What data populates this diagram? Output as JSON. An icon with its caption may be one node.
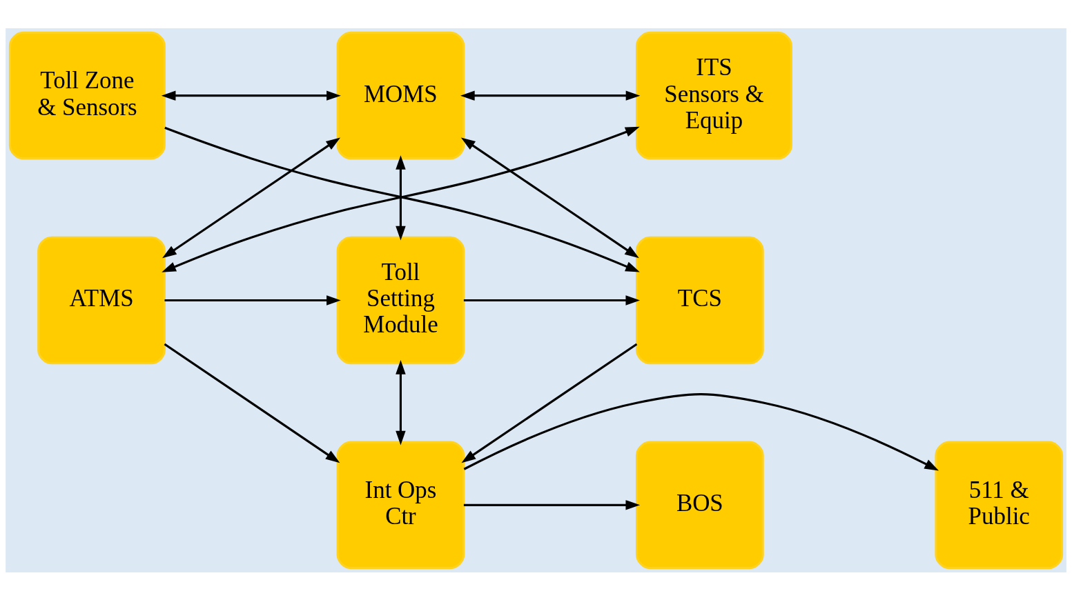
{
  "diagram": {
    "nodes": [
      {
        "text": [
          "Toll Zone & Sensors"
        ]
      },
      {
        "text": [
          "MOMS"
        ]
      },
      {
        "text": [
          "ITS Sensors & Equip"
        ]
      },
      {
        "text": [
          "TCS"
        ]
      },
      {
        "text": [
          "Toll Setting Module"
        ]
      },
      {
        "text": [
          "ATMS"
        ]
      },
      {
        "text": [
          "BOS"
        ]
      },
      {
        "text": [
          "Int Ops Ctr"
        ]
      },
      {
        "text": [
          "511 & Public"
        ]
      }
    ],
    "edges": [
      {
        "from": 0,
        "to": 1,
        "arrow": "both"
      },
      {
        "from": 1,
        "to": 2,
        "arrow": "both"
      },
      {
        "from": 0,
        "to": 3,
        "arrow": "to"
      },
      {
        "from": 1,
        "to": 3,
        "arrow": "both"
      },
      {
        "from": 1,
        "to": 4,
        "arrow": "both"
      },
      {
        "from": 1,
        "to": 5,
        "arrow": "both"
      },
      {
        "from": 2,
        "to": 5,
        "arrow": "both"
      },
      {
        "from": 4,
        "to": 3,
        "arrow": "to"
      },
      {
        "from": 5,
        "to": 4,
        "arrow": "to"
      },
      {
        "from": 3,
        "to": 7,
        "arrow": "to"
      },
      {
        "from": 4,
        "to": 7,
        "arrow": "both"
      },
      {
        "from": 5,
        "to": 7,
        "arrow": "to"
      },
      {
        "from": 7,
        "to": 6,
        "arrow": "to"
      },
      {
        "from": 7,
        "to": 8,
        "arrow": "to"
      }
    ]
  }
}
